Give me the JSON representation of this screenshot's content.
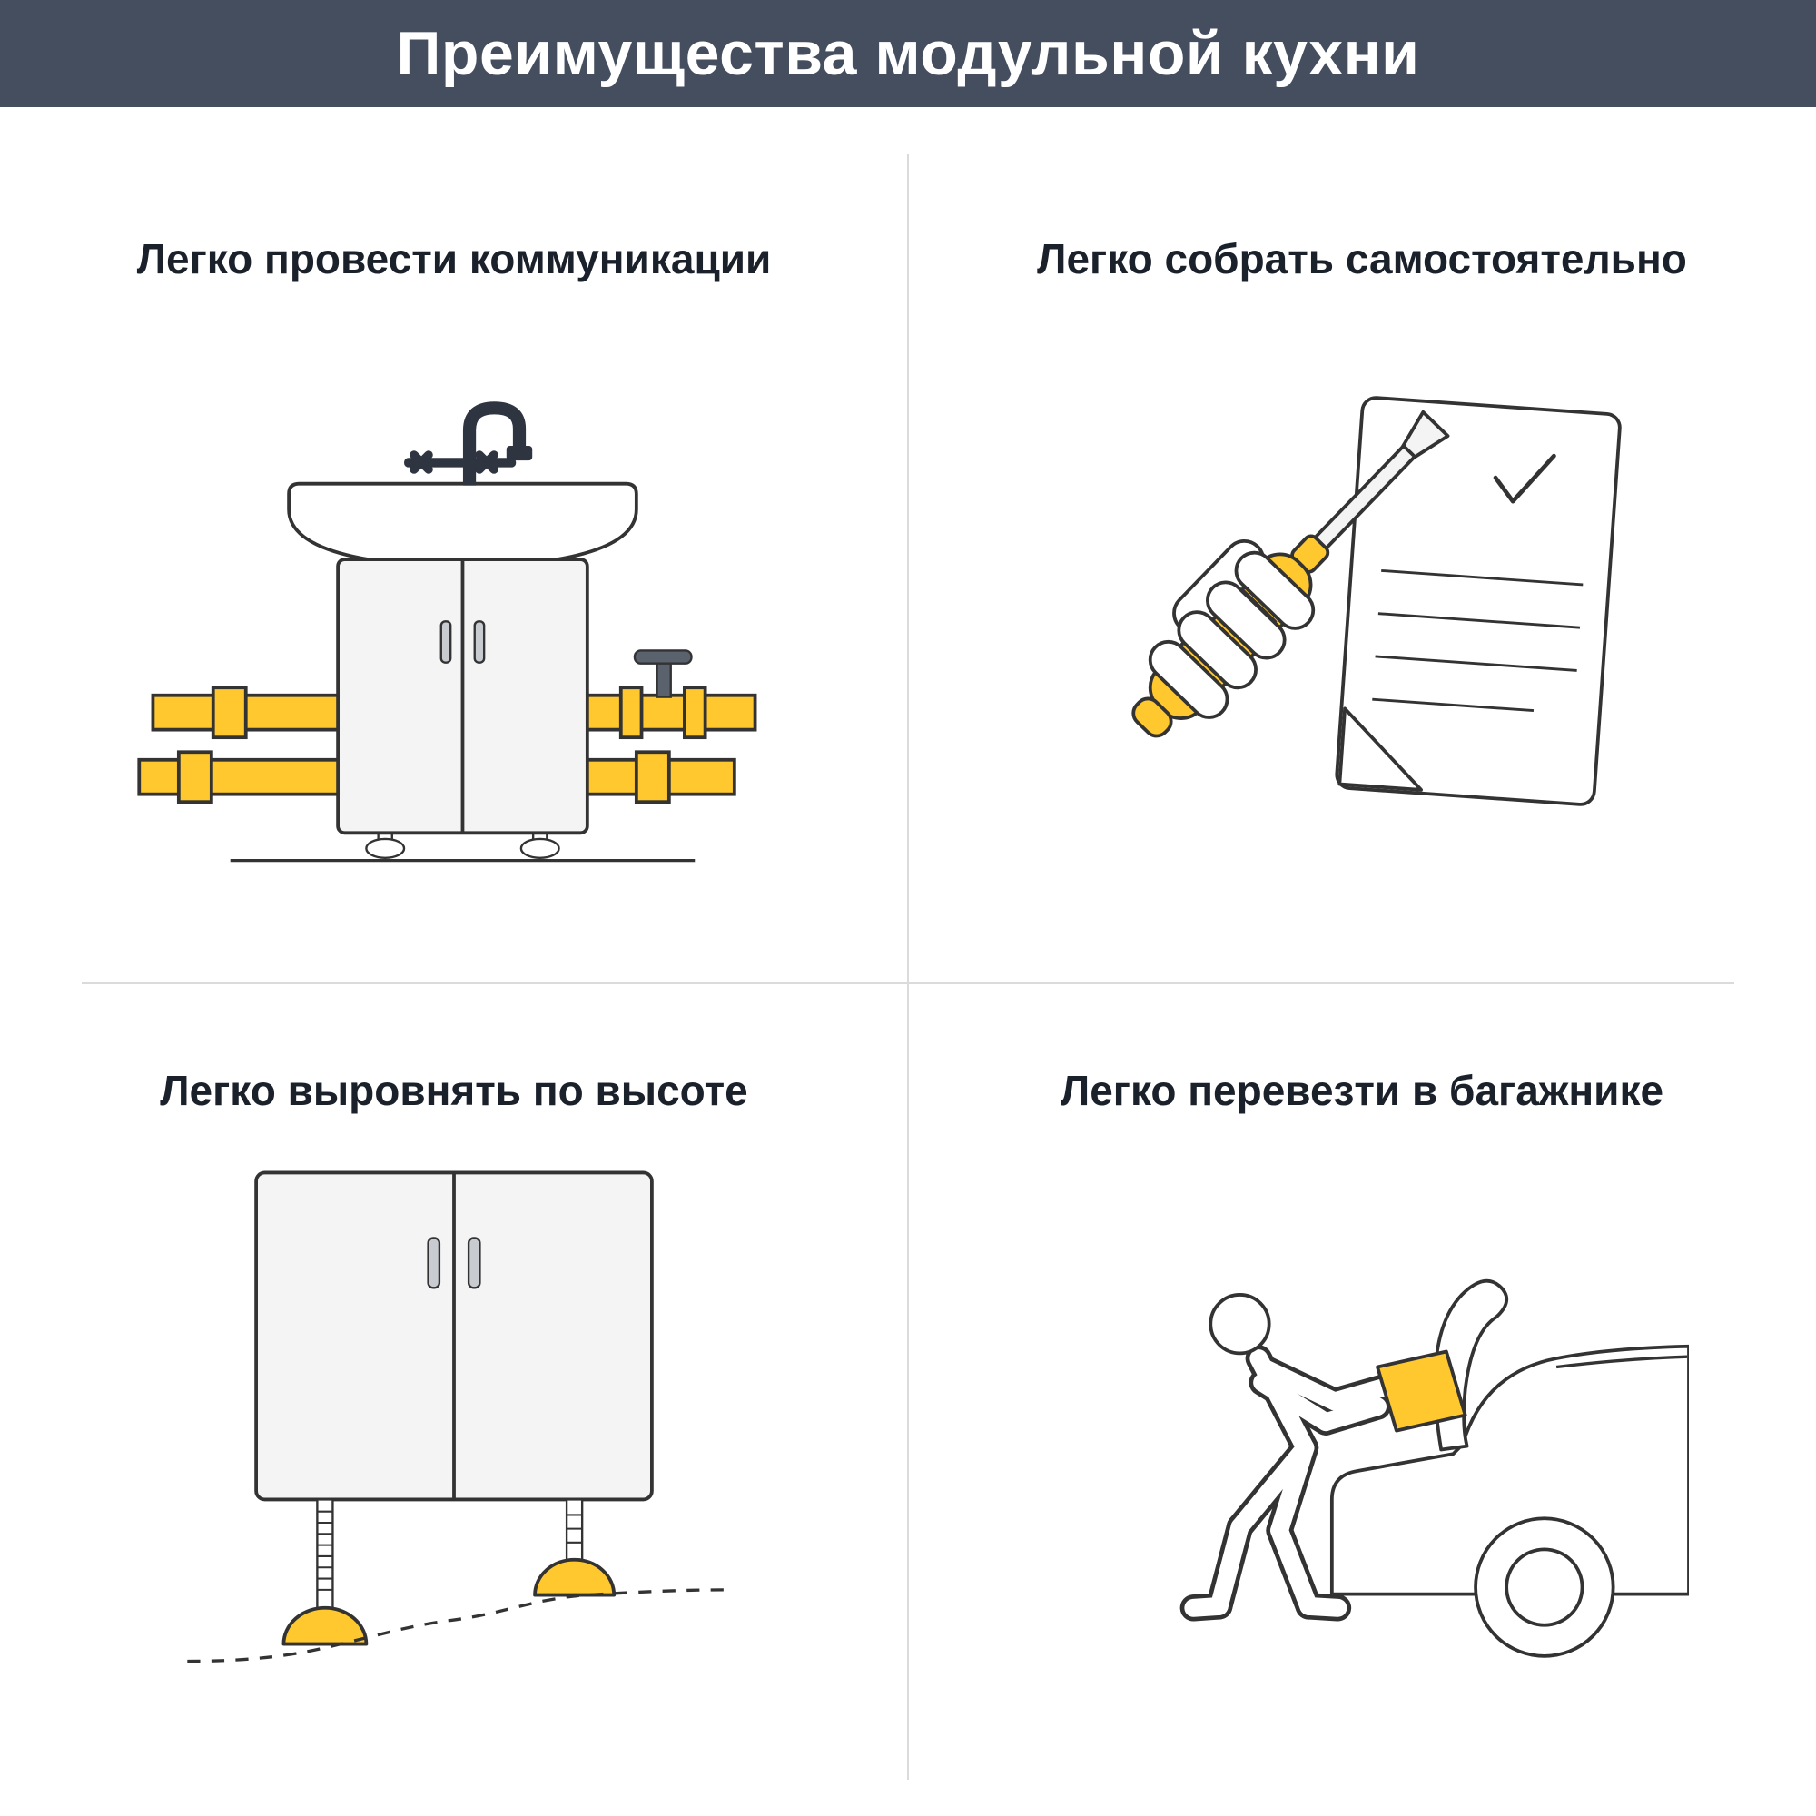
{
  "header": {
    "title": "Преимущества модульной кухни"
  },
  "colors": {
    "header_bg": "#454E5E",
    "accent_yellow": "#FFC82E",
    "outline": "#333333",
    "cabinet_fill": "#F4F4F5",
    "divider": "#DBDBDB",
    "heading_text": "#1B212B",
    "metal_gray": "#C8CCD1",
    "dark_fixture": "#2E3440",
    "valve_gray": "#5A626E"
  },
  "panels": [
    {
      "id": "communications",
      "label": "Легко провести коммуникации",
      "icon": "sink-cabinet-with-pipes-icon"
    },
    {
      "id": "assembly",
      "label": "Легко собрать самостоятельно",
      "icon": "screwdriver-in-hand-with-checklist-icon"
    },
    {
      "id": "leveling",
      "label": "Легко выровнять по высоте",
      "icon": "cabinet-with-adjustable-feet-icon"
    },
    {
      "id": "transport",
      "label": "Легко перевезти в багажнике",
      "icon": "loading-box-into-car-trunk-icon"
    }
  ]
}
